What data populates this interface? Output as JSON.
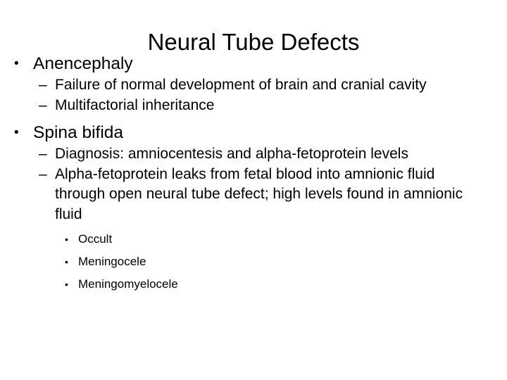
{
  "slide": {
    "title": "Neural Tube Defects",
    "background_color": "#ffffff",
    "text_color": "#000000",
    "markers": {
      "level1": "•",
      "level2": "–",
      "level3": "•"
    },
    "content": [
      {
        "level": 1,
        "text": "Anencephaly"
      },
      {
        "level": 2,
        "text": "Failure of normal development of brain and cranial cavity"
      },
      {
        "level": 2,
        "text": "Multifactorial inheritance"
      },
      {
        "level": 1,
        "text": "Spina bifida"
      },
      {
        "level": 2,
        "text": "Diagnosis: amniocentesis and alpha-fetoprotein levels"
      },
      {
        "level": 2,
        "text": "Alpha-fetoprotein leaks from fetal blood into amnionic fluid through open neural tube defect; high levels found in amnionic fluid"
      },
      {
        "level": 3,
        "text": "Occult"
      },
      {
        "level": 3,
        "text": "Meningocele"
      },
      {
        "level": 3,
        "text": "Meningomyelocele"
      }
    ]
  }
}
